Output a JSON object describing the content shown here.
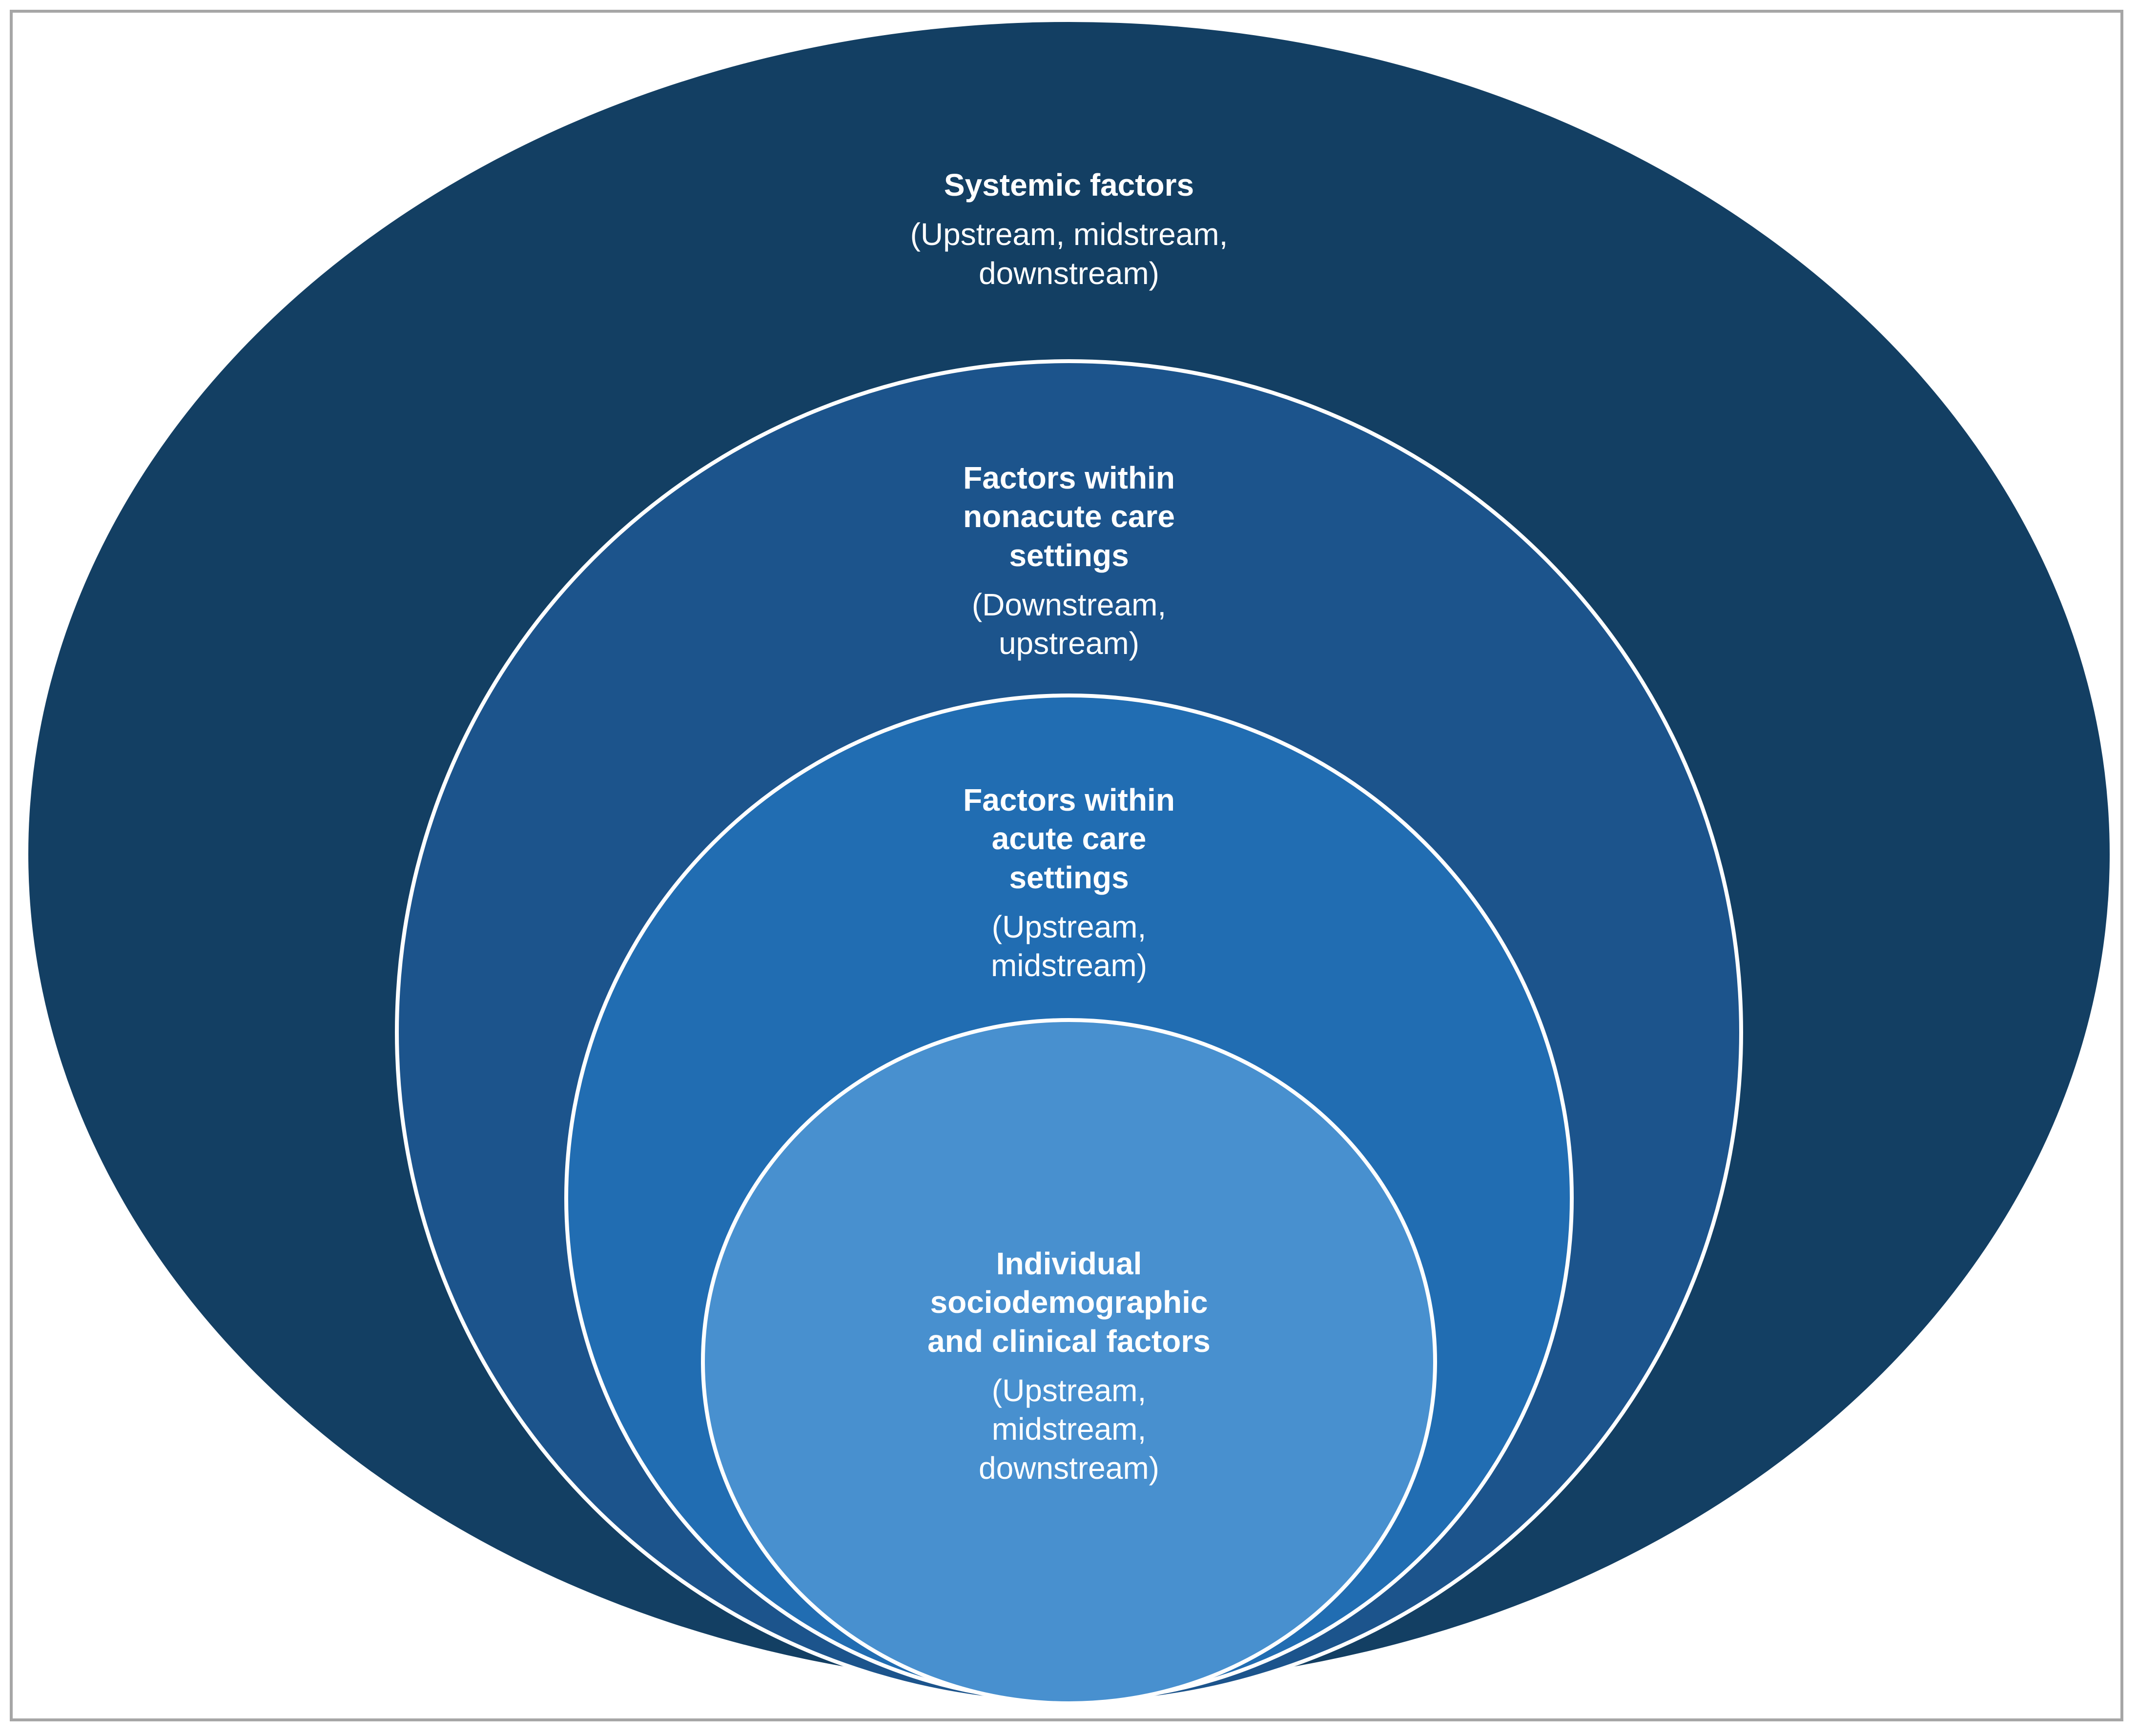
{
  "colors": {
    "systemic": "#133f63",
    "nonacute": "#1c548c",
    "acute": "#216db2",
    "individual": "#4890cf",
    "ring_stroke": "#ffffff",
    "frame": "#a6a6a6"
  },
  "layers": [
    {
      "id": "systemic",
      "title": "Systemic factors",
      "subtitle": "(Upstream, midstream,\ndownstream)"
    },
    {
      "id": "nonacute",
      "title": "Factors within\nnonacute care\nsettings",
      "subtitle": "(Downstream,\nupstream)"
    },
    {
      "id": "acute",
      "title": "Factors within\nacute care\nsettings",
      "subtitle": "(Upstream,\nmidstream)"
    },
    {
      "id": "individual",
      "title": "Individual\nsociodemographic\nand clinical factors",
      "subtitle": "(Upstream,\nmidstream,\ndownstream)"
    }
  ]
}
